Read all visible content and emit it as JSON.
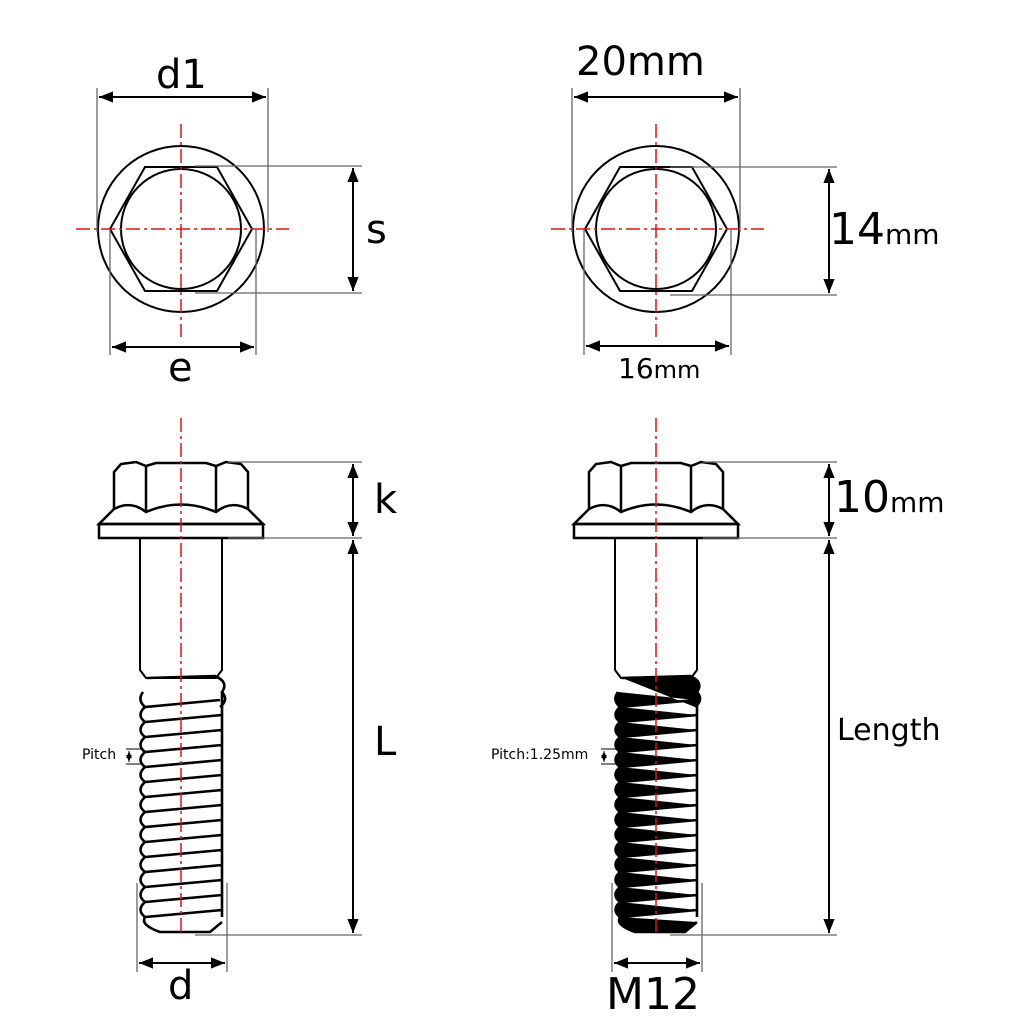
{
  "generic_drawing": {
    "top_view": {
      "width_label": "d1",
      "across_corners_label": "e",
      "across_flats_label": "s"
    },
    "side_view": {
      "head_height_label": "k",
      "length_label": "L",
      "diameter_label": "d",
      "pitch_label": "Pitch"
    }
  },
  "spec_drawing": {
    "top_view": {
      "width_value": "20",
      "width_unit": "mm",
      "across_corners_value": "16",
      "across_corners_unit": "mm",
      "across_flats_value": "14",
      "across_flats_unit": "mm"
    },
    "side_view": {
      "head_height_value": "10",
      "head_height_unit": "mm",
      "length_label": "Length",
      "thread_label": "M12",
      "pitch_label": "Pitch:1.25mm"
    }
  },
  "colors": {
    "line": "#000000",
    "centerline": "#e01010",
    "dimension": "#666666"
  }
}
